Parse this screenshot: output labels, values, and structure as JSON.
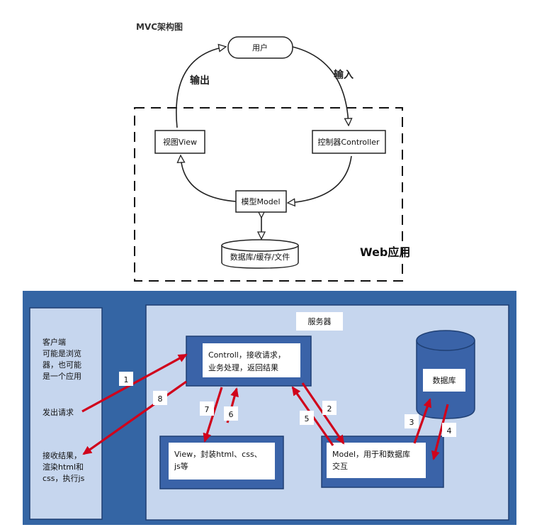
{
  "top": {
    "title": "MVC架构图",
    "user": "用户",
    "output_label": "输出",
    "input_label": "输入",
    "view": "视图View",
    "controller": "控制器Controller",
    "model": "模型Model",
    "storage": "数据库/缓存/文件",
    "web_app": "Web应用"
  },
  "bottom": {
    "client_lines": [
      "客户端",
      "可能是浏览",
      "器，也可能",
      "是一个应用"
    ],
    "send_request": "发出请求",
    "receive_lines": [
      "接收结果，",
      "渲染html和",
      "css，执行js"
    ],
    "server": "服务器",
    "controller_lines": [
      "Controll，接收请求，",
      "业务处理，返回结果"
    ],
    "view_lines": [
      "View，封装html、css、",
      "js等"
    ],
    "model_lines": [
      "Model，用于和数据库",
      "交互"
    ],
    "database": "数据库",
    "steps": [
      "1",
      "2",
      "3",
      "4",
      "5",
      "6",
      "7",
      "8"
    ]
  },
  "colors": {
    "panel_bg": "#3465a4",
    "panel_inner": "#c6d6ee",
    "box_dark": "#3a63a8",
    "arrow": "#d0021b",
    "stroke": "#222222"
  }
}
